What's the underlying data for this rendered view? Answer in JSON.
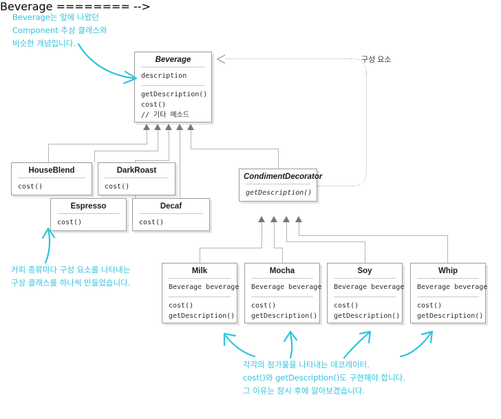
{
  "diagram": {
    "title": "Decorator Pattern Beverage Class Diagram",
    "accent_color": "#2fc3dd",
    "line_color": "#b8b2b2",
    "box_border_color": "#9a9a9a"
  },
  "classes": {
    "beverage": {
      "name": "Beverage",
      "abstract": true,
      "attributes": [
        "description"
      ],
      "methods": [
        "getDescription()",
        "cost()",
        "// 기타 메소드"
      ]
    },
    "house_blend": {
      "name": "HouseBlend",
      "abstract": false,
      "attributes": [],
      "methods": [
        "cost()"
      ]
    },
    "dark_roast": {
      "name": "DarkRoast",
      "abstract": false,
      "attributes": [],
      "methods": [
        "cost()"
      ]
    },
    "espresso": {
      "name": "Espresso",
      "abstract": false,
      "attributes": [],
      "methods": [
        "cost()"
      ]
    },
    "decaf": {
      "name": "Decaf",
      "abstract": false,
      "attributes": [],
      "methods": [
        "cost()"
      ]
    },
    "condiment_decorator": {
      "name": "CondimentDecorator",
      "abstract": true,
      "attributes": [],
      "methods": [
        "getDescription()"
      ]
    },
    "milk": {
      "name": "Milk",
      "abstract": false,
      "attributes": [
        "Beverage beverage"
      ],
      "methods": [
        "cost()",
        "getDescription()"
      ]
    },
    "mocha": {
      "name": "Mocha",
      "abstract": false,
      "attributes": [
        "Beverage beverage"
      ],
      "methods": [
        "cost()",
        "getDescription()"
      ]
    },
    "soy": {
      "name": "Soy",
      "abstract": false,
      "attributes": [
        "Beverage beverage"
      ],
      "methods": [
        "cost()",
        "getDescription()"
      ]
    },
    "whip": {
      "name": "Whip",
      "abstract": false,
      "attributes": [
        "Beverage beverage"
      ],
      "methods": [
        "cost()",
        "getDescription()"
      ]
    }
  },
  "association_label": "구성 요소",
  "annotations": {
    "top_left": {
      "line1": "Beverage는 앞에 나왔던",
      "line2": "Component 추상 클래스와",
      "line3": "비슷한 개념입니다."
    },
    "left": {
      "line1": "커피 종류마다 구성 요소를 나타내는",
      "line2": "구상 클래스를 하나씩 만들었습니다."
    },
    "bottom": {
      "line1": "각각의 첨가물을 나타내는 데코레이터.",
      "line2": "cost()와 getDescription()도 구현해야 합니다.",
      "line3": "그 이유는 잠시 후에 알아보겠습니다."
    }
  }
}
